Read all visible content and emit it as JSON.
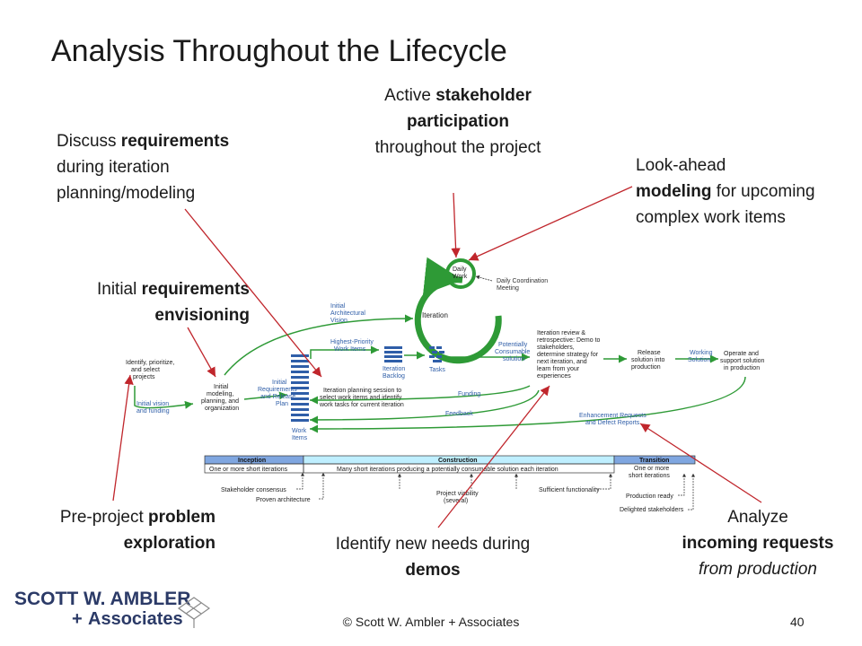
{
  "title": "Analysis Throughout the Lifecycle",
  "callouts": {
    "active": {
      "pre": "Active ",
      "bold": "stakeholder participation",
      "post": "throughout the project"
    },
    "discuss": {
      "pre": "Discuss ",
      "bold": "requirements",
      "post": "during iteration planning/modeling"
    },
    "lookahead": {
      "pre": "Look-ahead",
      "bold": "modeling",
      "post": "for upcoming complex work items"
    },
    "initial": {
      "pre": "Initial ",
      "bold": "requirements envisioning"
    },
    "preproject": {
      "pre": "Pre-project ",
      "bold": "problem exploration"
    },
    "demos": {
      "pre": "Identify new needs during ",
      "bold": "demos"
    },
    "analyze": {
      "pre": "Analyze",
      "bold": "incoming requests",
      "post": "from production"
    }
  },
  "diagram": {
    "daily_work": [
      "Daily",
      "Work"
    ],
    "daily_coord": [
      "Daily Coordination",
      "Meeting"
    ],
    "iteration": "Iteration",
    "tasks": "Tasks",
    "iteration_backlog": [
      "Iteration",
      "Backlog"
    ],
    "highest_priority": [
      "Highest-Priority",
      "Work Items"
    ],
    "initial_arch": [
      "Initial",
      "Architectural",
      "Vision"
    ],
    "identify": [
      "Identify, prioritize,",
      "and select",
      "projects"
    ],
    "initial_modeling": [
      "Initial",
      "modeling,",
      "planning, and",
      "organization"
    ],
    "initial_req": [
      "Initial",
      "Requirements",
      "and Release",
      "Plan"
    ],
    "work_items": [
      "Work",
      "Items"
    ],
    "planning_session": [
      "Iteration planning session to",
      "select work items and identify",
      "work tasks for current iteration"
    ],
    "potentially": [
      "Potentially",
      "Consumable",
      "solution"
    ],
    "review": [
      "Iteration review &",
      "retrospective: Demo to",
      "stakeholders,",
      "determine strategy for",
      "next iteration, and",
      "learn from your",
      "experiences"
    ],
    "release": [
      "Release",
      "solution into",
      "production"
    ],
    "working_solution": [
      "Working",
      "Solution"
    ],
    "operate": [
      "Operate and",
      "support solution",
      "in production"
    ],
    "funding": "Funding",
    "feedback": "Feedback",
    "initial_vision": [
      "Initial vision",
      "and funding"
    ],
    "enhancement": [
      "Enhancement Requests",
      "and Defect Reports"
    ],
    "phases": {
      "inception": "Inception",
      "construction": "Construction",
      "transition": "Transition",
      "inception_sub": "One or more short iterations",
      "construction_sub": "Many short iterations producing a potentially consumable solution each iteration",
      "transition_sub": [
        "One or more",
        "short iterations"
      ]
    },
    "milestones": {
      "stakeholder_consensus": "Stakeholder consensus",
      "proven_arch": "Proven architecture",
      "project_viability": [
        "Project viability",
        "(several)"
      ],
      "sufficient": "Sufficient functionality",
      "production_ready": "Production ready",
      "delighted": "Delighted stakeholders"
    }
  },
  "footer": "© Scott W. Ambler + Associates",
  "page_number": "40",
  "logo": {
    "line1": "SCOTT W. AMBLER",
    "plus": "+",
    "line2": "Associates"
  },
  "colors": {
    "green": "#2e9a36",
    "blue": "#2f5ea8",
    "arrow_red": "#c0262c",
    "phase_blue": "#7fa6e0",
    "phase_cyan": "#bfefff",
    "logo_navy": "#2b3a67"
  }
}
